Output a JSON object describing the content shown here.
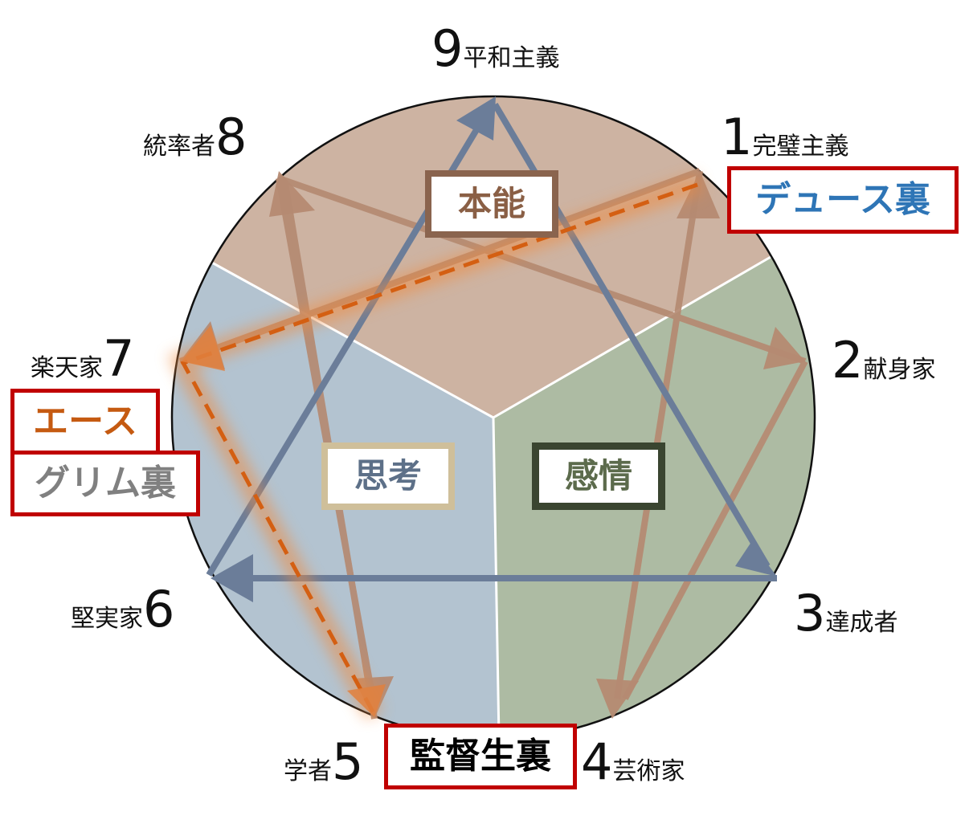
{
  "colors": {
    "instinct_region": "#cdb3a2",
    "thinking_region": "#b3c3d0",
    "feeling_region": "#adbba3",
    "triangle_line": "#6b7d99",
    "hexad_line": "#b58a72",
    "highlight_path": "#d45f12",
    "tag_border": "#c00000"
  },
  "points": [
    {
      "number": "9",
      "name": "平和主義"
    },
    {
      "number": "1",
      "name": "完璧主義"
    },
    {
      "number": "2",
      "name": "献身家"
    },
    {
      "number": "3",
      "name": "達成者"
    },
    {
      "number": "4",
      "name": "芸術家"
    },
    {
      "number": "5",
      "name": "学者"
    },
    {
      "number": "6",
      "name": "堅実家"
    },
    {
      "number": "7",
      "name": "楽天家"
    },
    {
      "number": "8",
      "name": "統率者"
    }
  ],
  "centers": {
    "instinct": {
      "label": "本能",
      "text_color": "#8a5f45",
      "border_color": "#8a644e"
    },
    "thinking": {
      "label": "思考",
      "text_color": "#5d7088",
      "border_color": "#cfbf9a"
    },
    "feeling": {
      "label": "感情",
      "text_color": "#5c6b4c",
      "border_color": "#3a4530"
    }
  },
  "tags": {
    "deuce_ura": {
      "label": "デュース裏",
      "text_color": "#2e75b6",
      "point": "1"
    },
    "ace": {
      "label": "エース",
      "text_color": "#c55a11",
      "point": "7"
    },
    "grim_ura": {
      "label": "グリム裏",
      "text_color": "#808080",
      "point": "7"
    },
    "kantokusei_ura": {
      "label": "監督生裏",
      "text_color": "#000000",
      "point": "5"
    }
  },
  "connections": {
    "triangle": [
      [
        "9",
        "3"
      ],
      [
        "3",
        "6"
      ],
      [
        "6",
        "9"
      ]
    ],
    "hexad": [
      [
        "1",
        "4"
      ],
      [
        "4",
        "2"
      ],
      [
        "2",
        "8"
      ],
      [
        "8",
        "5"
      ],
      [
        "5",
        "7"
      ],
      [
        "7",
        "1"
      ]
    ],
    "highlighted_path": [
      [
        "1",
        "7"
      ],
      [
        "7",
        "5"
      ]
    ]
  }
}
